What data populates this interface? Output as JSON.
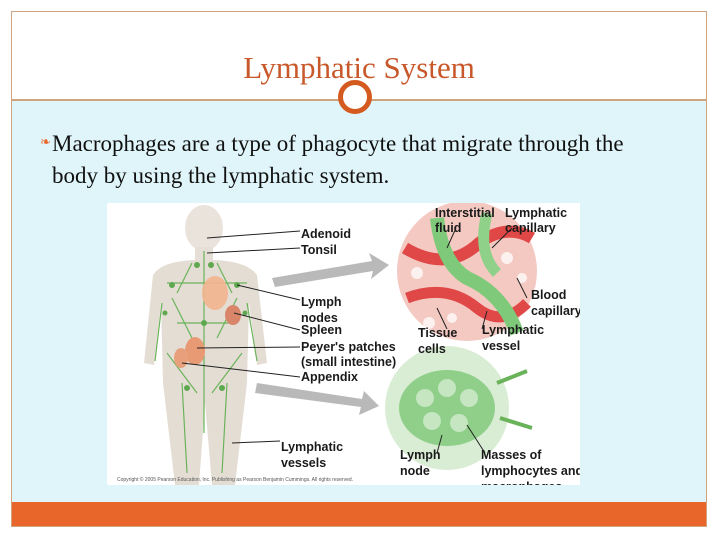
{
  "slide": {
    "title": "Lymphatic System",
    "bullet": "Macrophages are a type of phagocyte that migrate through the body by using the lymphatic system.",
    "colors": {
      "title": "#c8582a",
      "accent": "#e8662a",
      "content_bg": "#e0f5f9"
    }
  },
  "diagram": {
    "labels": {
      "adenoid": "Adenoid",
      "tonsil": "Tonsil",
      "lymph_nodes_1": "Lymph",
      "lymph_nodes_2": "nodes",
      "spleen": "Spleen",
      "peyers_1": "Peyer's patches",
      "peyers_2": "(small intestine)",
      "appendix": "Appendix",
      "lymphatic_vessels_1": "Lymphatic",
      "lymphatic_vessels_2": "vessels",
      "interstitial_1": "Interstitial",
      "interstitial_2": "fluid",
      "lymphatic_capillary_1": "Lymphatic",
      "lymphatic_capillary_2": "capillary",
      "blood_capillary_1": "Blood",
      "blood_capillary_2": "capillary",
      "tissue_cells_1": "Tissue",
      "tissue_cells_2": "cells",
      "lymphatic_vessel_1": "Lymphatic",
      "lymphatic_vessel_2": "vessel",
      "lymph_node_1": "Lymph",
      "lymph_node_2": "node",
      "masses_1": "Masses of",
      "masses_2": "lymphocytes and",
      "masses_3": "macrophages",
      "copyright": "Copyright © 2005 Pearson Education, Inc. Publishing as Pearson Benjamin Cummings. All rights reserved."
    }
  }
}
